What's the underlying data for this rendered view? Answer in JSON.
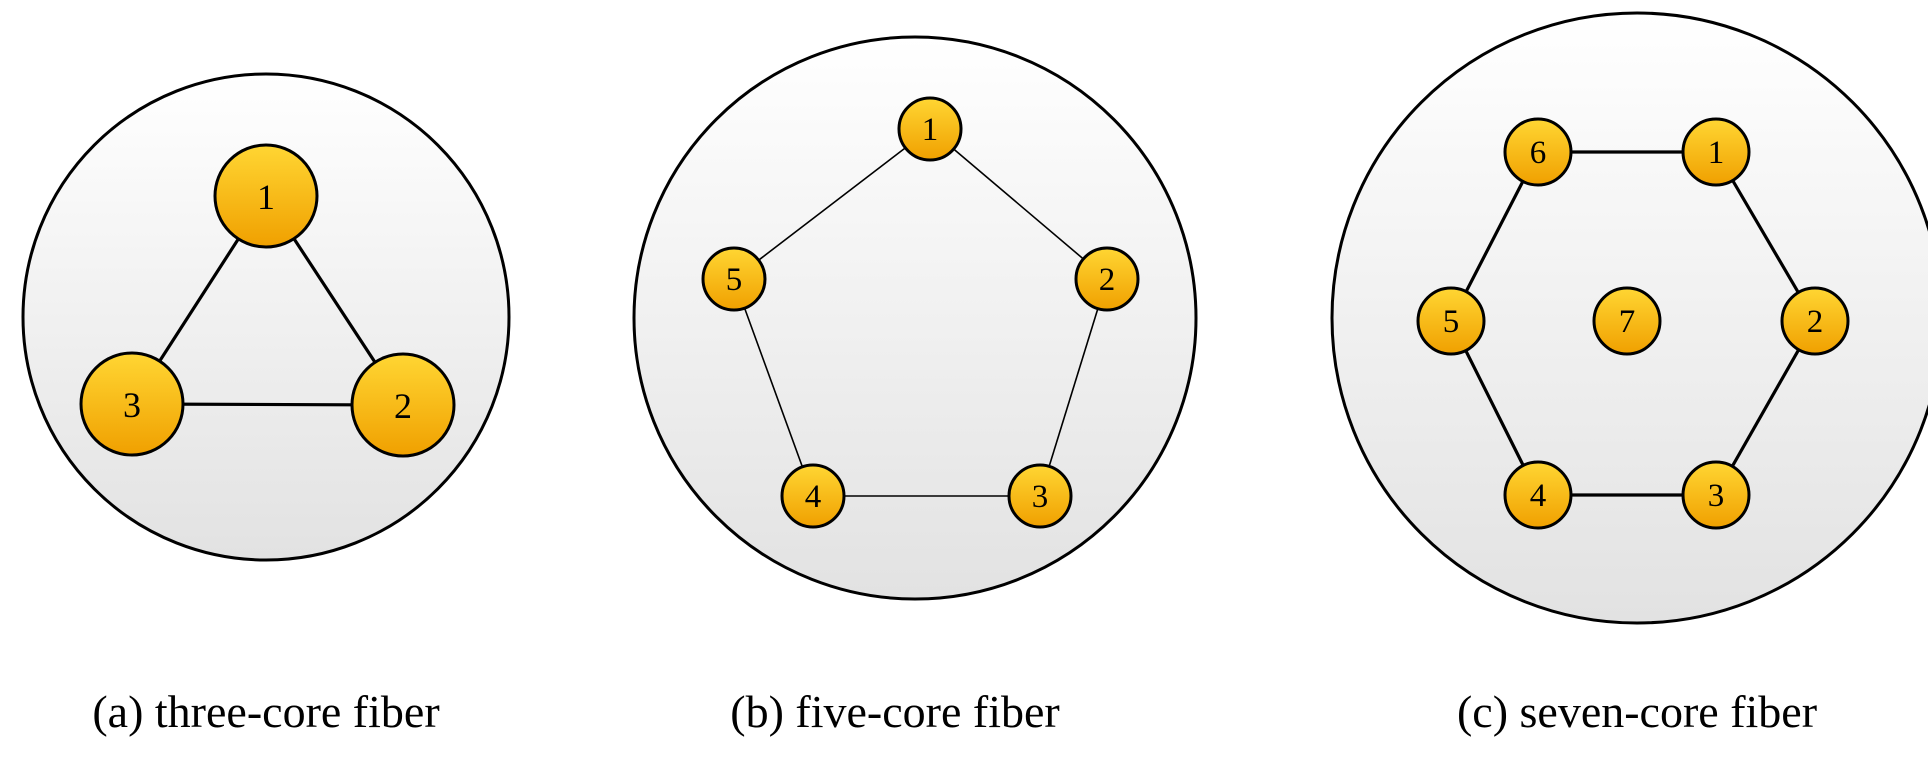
{
  "colors": {
    "core_fill_top": "#ffd633",
    "core_fill_bottom": "#f0a000",
    "core_stroke": "#000000",
    "cladding_fill_top": "#ffffff",
    "cladding_fill_bottom": "#e2e2e2",
    "link_color": "#000000"
  },
  "panels": [
    {
      "caption": "(a) three-core fiber",
      "cores": [
        {
          "label": "1"
        },
        {
          "label": "2"
        },
        {
          "label": "3"
        }
      ],
      "links": [
        [
          "1",
          "2"
        ],
        [
          "2",
          "3"
        ],
        [
          "3",
          "1"
        ]
      ]
    },
    {
      "caption": "(b) five-core fiber",
      "cores": [
        {
          "label": "1"
        },
        {
          "label": "2"
        },
        {
          "label": "3"
        },
        {
          "label": "4"
        },
        {
          "label": "5"
        }
      ],
      "links": [
        [
          "1",
          "2"
        ],
        [
          "2",
          "3"
        ],
        [
          "3",
          "4"
        ],
        [
          "4",
          "5"
        ],
        [
          "5",
          "1"
        ]
      ]
    },
    {
      "caption": "(c) seven-core fiber",
      "cores": [
        {
          "label": "1"
        },
        {
          "label": "2"
        },
        {
          "label": "3"
        },
        {
          "label": "4"
        },
        {
          "label": "5"
        },
        {
          "label": "6"
        },
        {
          "label": "7"
        }
      ],
      "links": [
        [
          "1",
          "2"
        ],
        [
          "2",
          "3"
        ],
        [
          "3",
          "4"
        ],
        [
          "4",
          "5"
        ],
        [
          "5",
          "6"
        ],
        [
          "6",
          "1"
        ]
      ]
    }
  ]
}
